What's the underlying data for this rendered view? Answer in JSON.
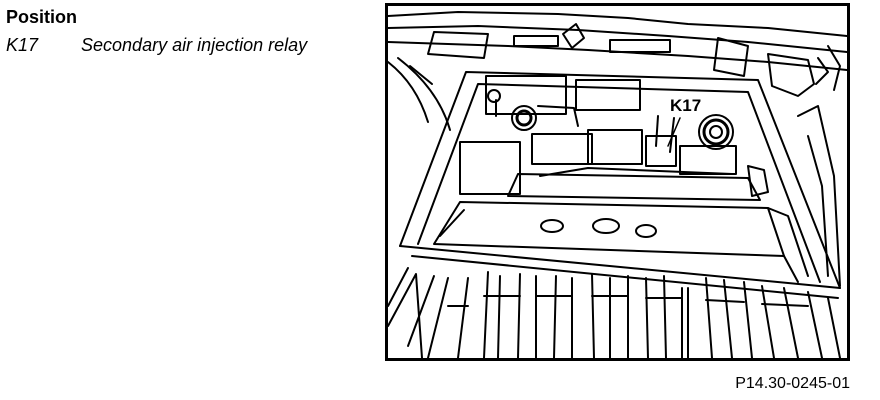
{
  "legend": {
    "heading": "Position",
    "items": [
      {
        "code": "K17",
        "description": "Secondary air injection relay"
      }
    ]
  },
  "figure": {
    "callout": "K17",
    "id": "P14.30-0245-01"
  }
}
